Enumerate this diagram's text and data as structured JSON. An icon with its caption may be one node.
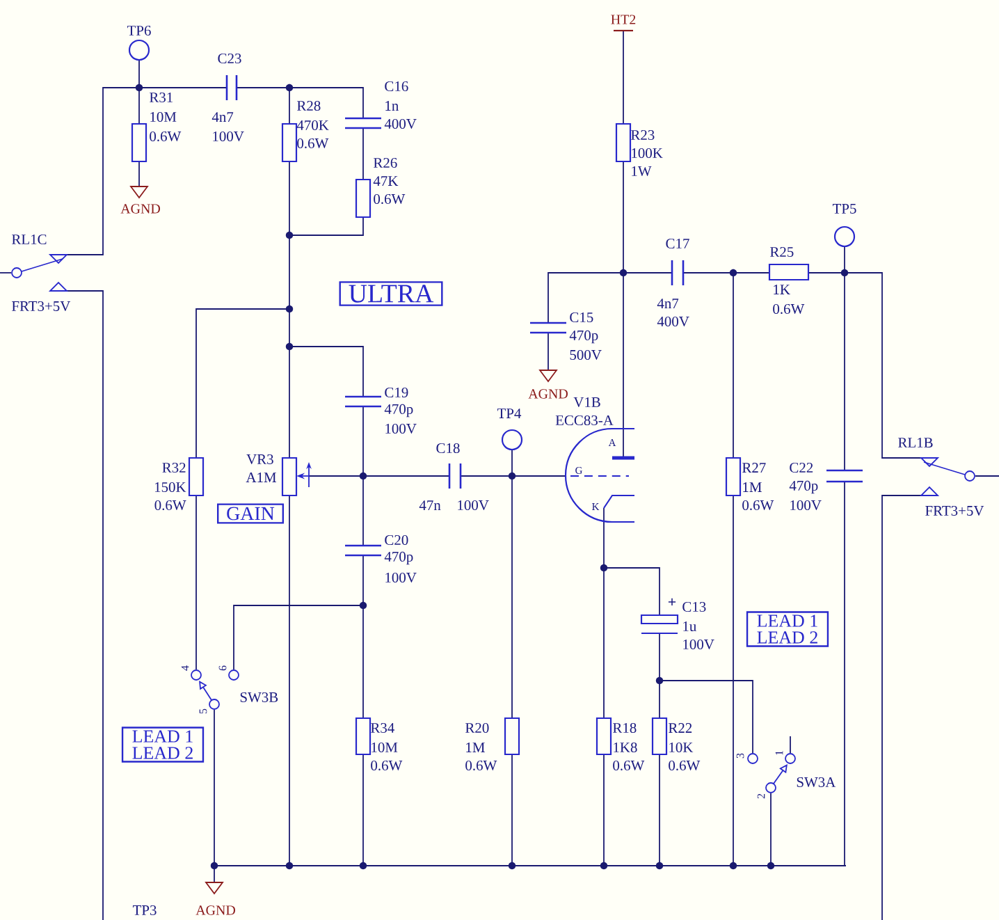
{
  "diagram": {
    "nodes": [
      {
        "text": [
          "ULTRA"
        ]
      },
      {
        "text": [
          "GAIN"
        ]
      },
      {
        "text": [
          "LEAD 1 LEAD 2"
        ]
      },
      {
        "text": [
          "LEAD 1 LEAD 2"
        ]
      }
    ],
    "labels": [
      "TP6",
      "C23",
      "R31",
      "10M",
      "0.6W",
      "4n7",
      "100V",
      "R28",
      "470K",
      "0.6W",
      "C16",
      "1n",
      "400V",
      "R26",
      "47K",
      "0.6W",
      "AGND",
      "HT2",
      "R23",
      "100K",
      "1W",
      "TP5",
      "RL1C",
      "C17",
      "R25",
      "FRT3+5V",
      "4n7",
      "400V",
      "1K",
      "0.6W",
      "C15",
      "470p",
      "500V",
      "AGND",
      "C19",
      "470p",
      "100V",
      "V1B",
      "ECC83-A",
      "TP4",
      "A",
      "RL1B",
      "C18",
      "VR3",
      "A1M",
      "R32",
      "150K",
      "0.6W",
      "R27",
      "1M",
      "0.6W",
      "C22",
      "470p",
      "100V",
      "G",
      "47n",
      "100V",
      "K",
      "FRT3+5V",
      "C20",
      "470p",
      "100V",
      "+",
      "C13",
      "1u",
      "100V",
      "4",
      "6",
      "SW3B",
      "5",
      "R34",
      "10M",
      "0.6W",
      "R20",
      "1M",
      "0.6W",
      "R18",
      "1K8",
      "0.6W",
      "R22",
      "10K",
      "0.6W",
      "3",
      "1",
      "SW3A",
      "2",
      "AGND",
      "TP3"
    ]
  }
}
